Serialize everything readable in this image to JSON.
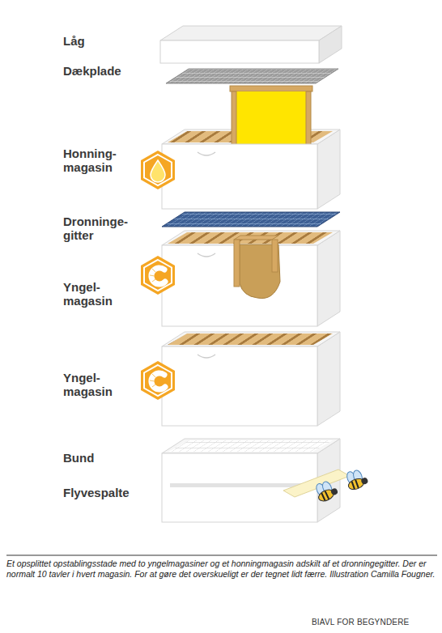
{
  "diagram": {
    "caption": "Et opsplittet opstablingsstade med to yngelmagasiner og et honningmagasin adskilt af et dronningegitter. Der er normalt 10 tavler i hvert magasin. For at gøre det overskueligt er der tegnet lidt færre. Illustration Camilla Fougner.",
    "labels": [
      "Låg",
      "Dækplade",
      "Honning- magasin",
      "Dronninge- gitter",
      "Yngel- magasin",
      "Yngel- magasin",
      "Bund",
      "Flyvespalte",
      "BIAVL FOR BEGYNDERE"
    ]
  }
}
